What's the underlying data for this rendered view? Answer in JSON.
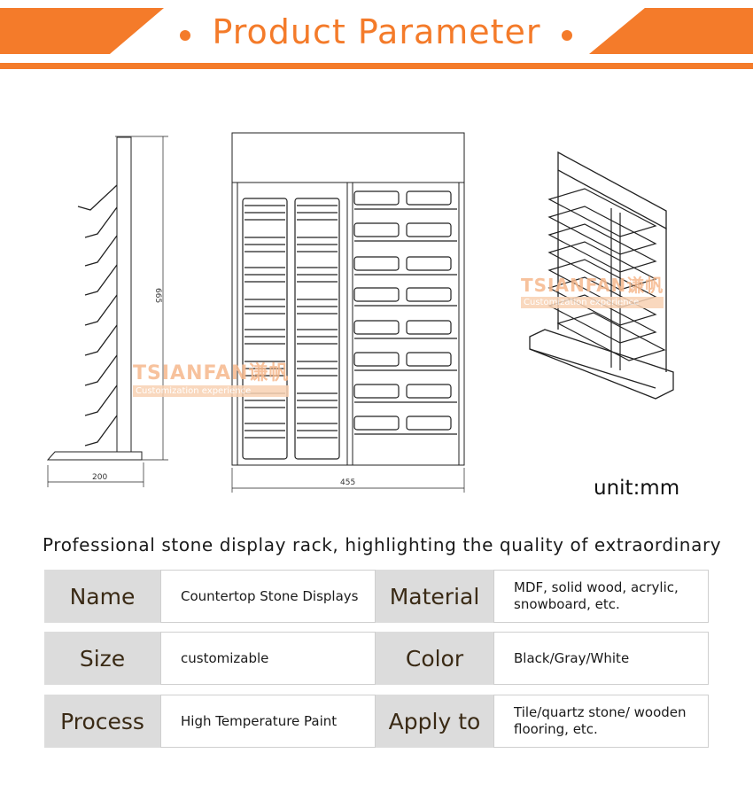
{
  "header": {
    "title": "Product Parameter",
    "accent_color": "#f47b2a"
  },
  "drawing": {
    "dim_height": "665",
    "dim_side_width": "200",
    "dim_front_width": "455",
    "unit_label": "unit:mm",
    "watermark_brand": "TSIANFAN",
    "watermark_brand_cn": "谦帆",
    "watermark_sub": "Customization experience"
  },
  "tagline": "Professional stone display rack, highlighting the quality of extraordinary",
  "specs": [
    {
      "label": "Name",
      "value": "Countertop Stone Displays",
      "label2": "Material",
      "value2": "MDF, solid wood, acrylic, snowboard, etc."
    },
    {
      "label": "Size",
      "value": "customizable",
      "label2": "Color",
      "value2": "Black/Gray/White"
    },
    {
      "label": "Process",
      "value": "High Temperature Paint",
      "label2": "Apply to",
      "value2": "Tile/quartz stone/ wooden flooring, etc."
    }
  ]
}
